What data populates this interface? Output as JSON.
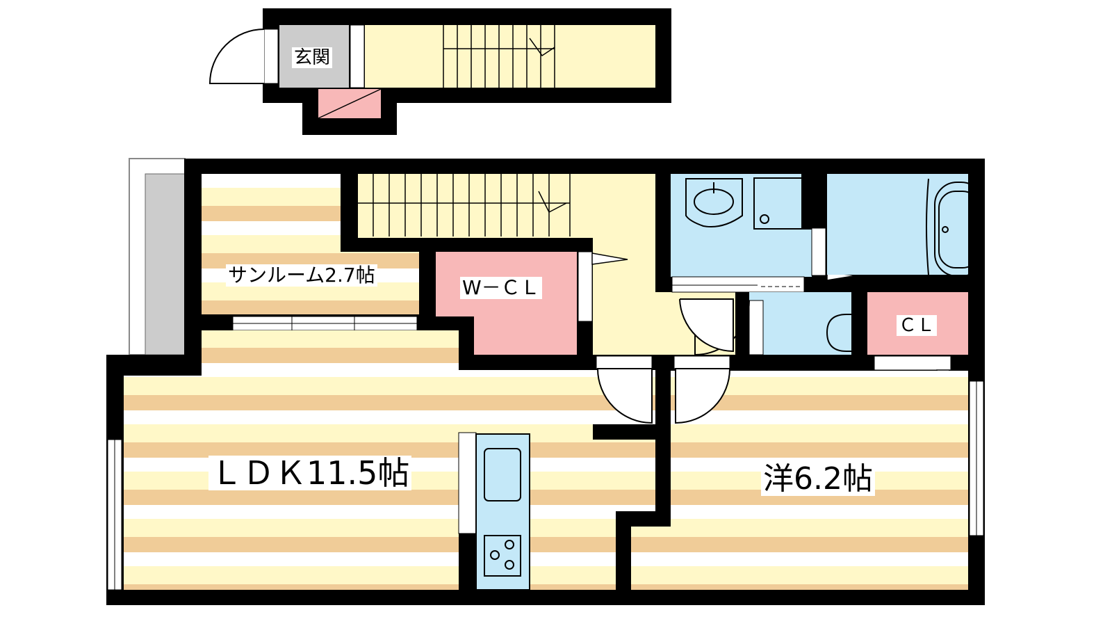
{
  "plan": {
    "rooms": {
      "entrance": "玄関",
      "sunroom": "サンルーム2.7帖",
      "walk_in_closet": "W－ＣＬ",
      "closet": "ＣＬ",
      "ldk": "ＬＤＫ11.5帖",
      "western_room": "洋6.2帖"
    },
    "colors": {
      "wall": "#000000",
      "floor_cream": "#fff8c8",
      "floor_tan": "#f0cc98",
      "wet_area": "#c4e8f8",
      "storage": "#f8b8b8",
      "entrance": "#cccccc"
    }
  }
}
